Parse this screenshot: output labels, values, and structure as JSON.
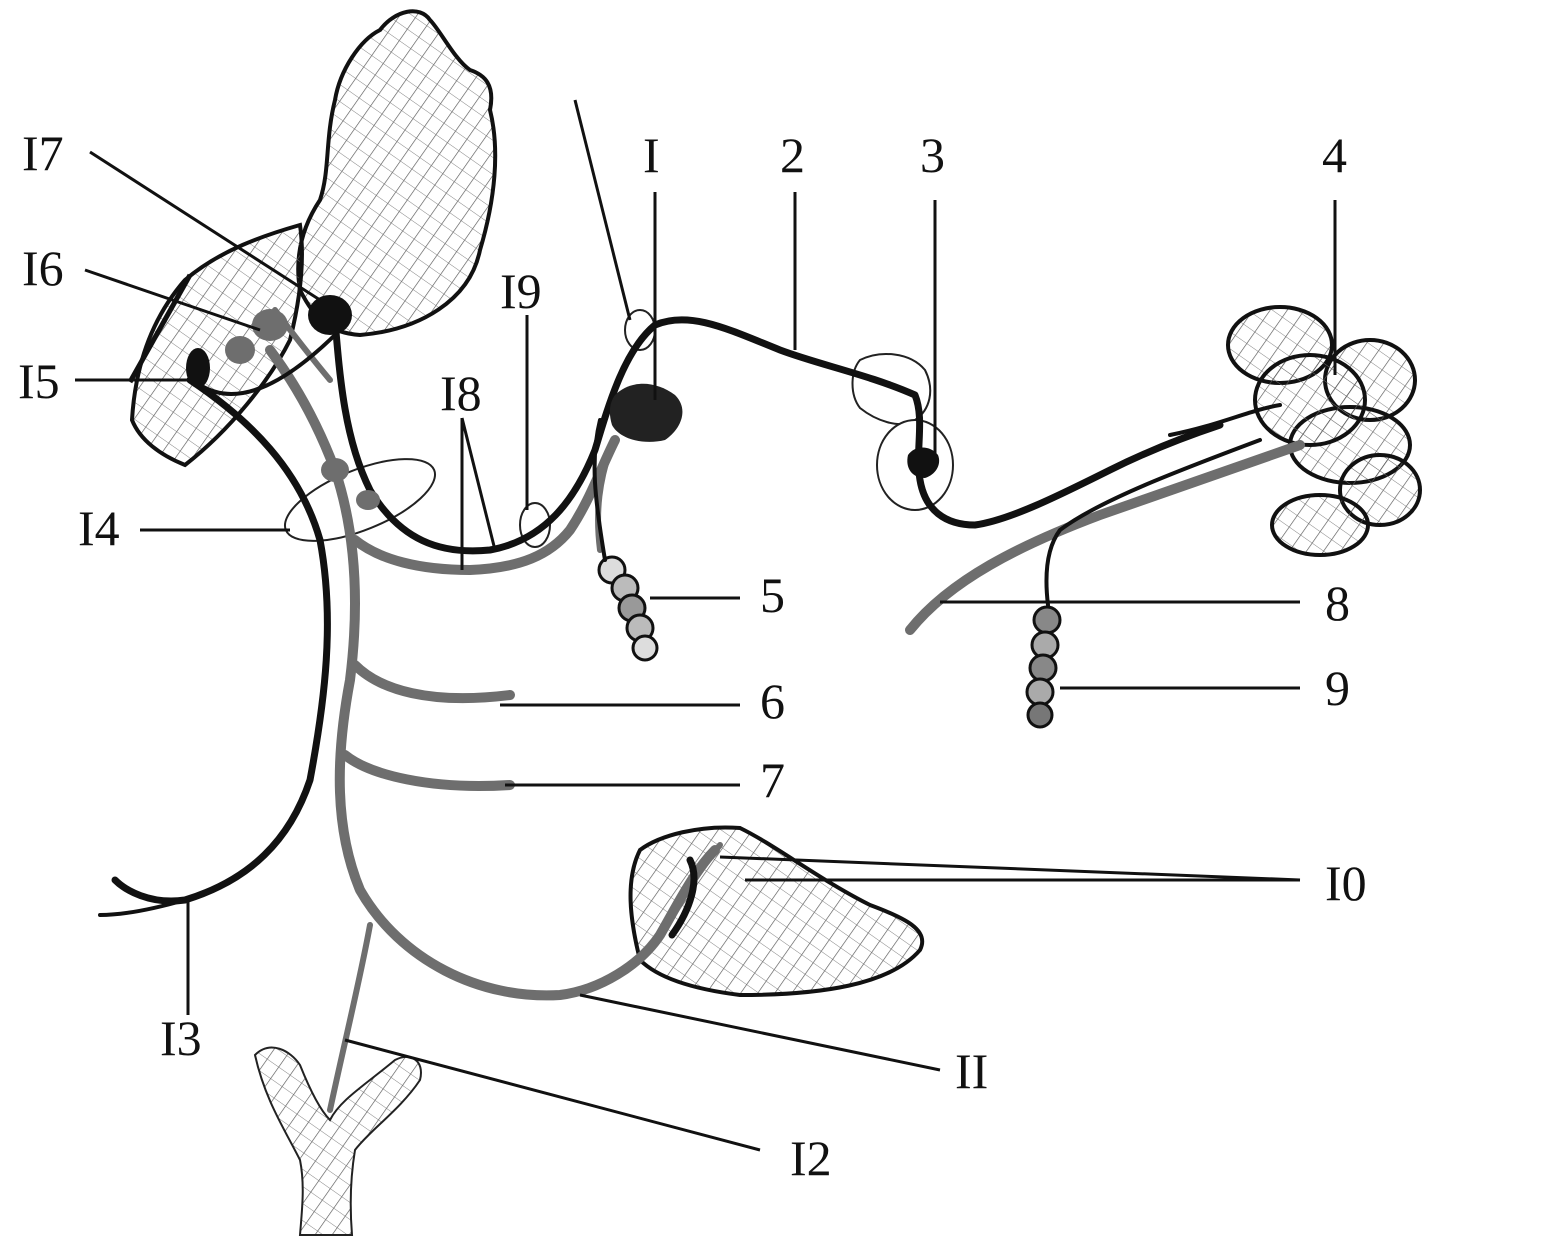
{
  "labels": {
    "l1": "I",
    "l2": "2",
    "l3": "3",
    "l4": "4",
    "l5": "5",
    "l6": "6",
    "l7": "7",
    "l8": "8",
    "l9": "9",
    "l10": "I0",
    "l11": "II",
    "l12": "I2",
    "l13": "I3",
    "l14": "I4",
    "l15": "I5",
    "l16": "I6",
    "l17": "I7",
    "l18": "I8",
    "l19": "I9"
  },
  "colors": {
    "dark_nerve": "#111111",
    "gray_nerve": "#6e6e6e",
    "background": "#ffffff"
  }
}
